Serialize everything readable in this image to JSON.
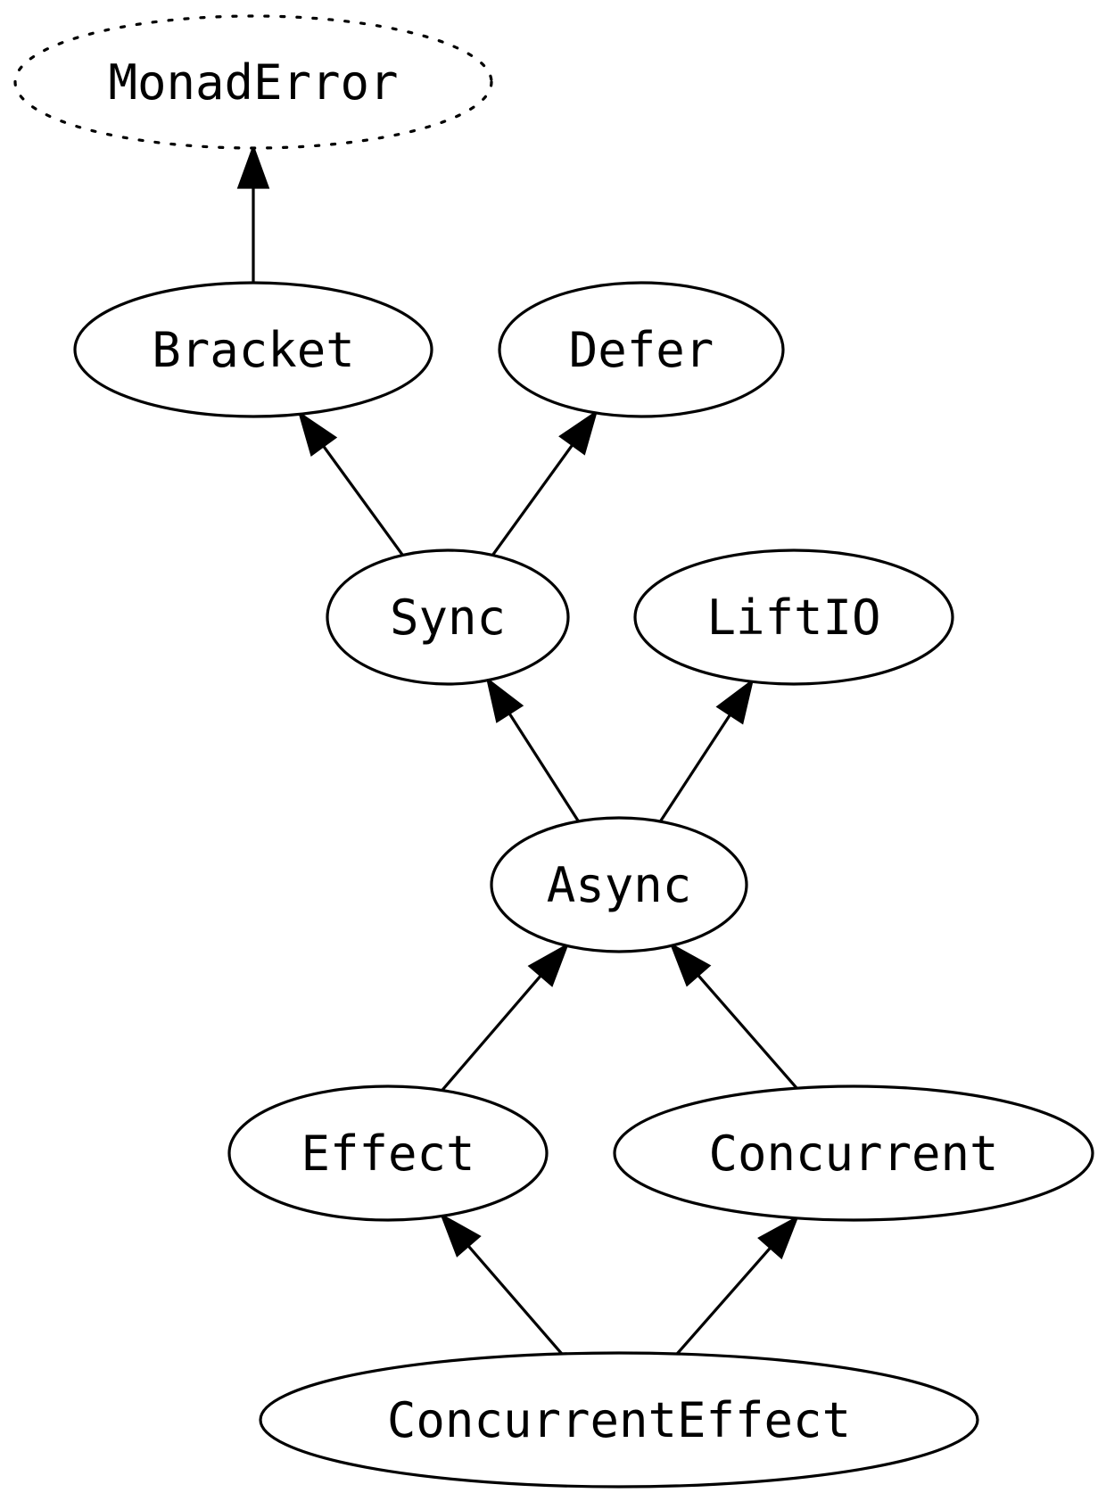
{
  "nodes": [
    {
      "id": "monaderror",
      "label": "MonadError",
      "style": "dotted"
    },
    {
      "id": "bracket",
      "label": "Bracket",
      "style": "solid"
    },
    {
      "id": "defer",
      "label": "Defer",
      "style": "solid"
    },
    {
      "id": "sync",
      "label": "Sync",
      "style": "solid"
    },
    {
      "id": "liftio",
      "label": "LiftIO",
      "style": "solid"
    },
    {
      "id": "async",
      "label": "Async",
      "style": "solid"
    },
    {
      "id": "effect",
      "label": "Effect",
      "style": "solid"
    },
    {
      "id": "concurrent",
      "label": "Concurrent",
      "style": "solid"
    },
    {
      "id": "concurrenteffect",
      "label": "ConcurrentEffect",
      "style": "solid"
    }
  ],
  "edges": [
    {
      "from": "bracket",
      "to": "monaderror"
    },
    {
      "from": "sync",
      "to": "bracket"
    },
    {
      "from": "sync",
      "to": "defer"
    },
    {
      "from": "async",
      "to": "sync"
    },
    {
      "from": "async",
      "to": "liftio"
    },
    {
      "from": "effect",
      "to": "async"
    },
    {
      "from": "concurrent",
      "to": "async"
    },
    {
      "from": "concurrenteffect",
      "to": "effect"
    },
    {
      "from": "concurrenteffect",
      "to": "concurrent"
    }
  ]
}
